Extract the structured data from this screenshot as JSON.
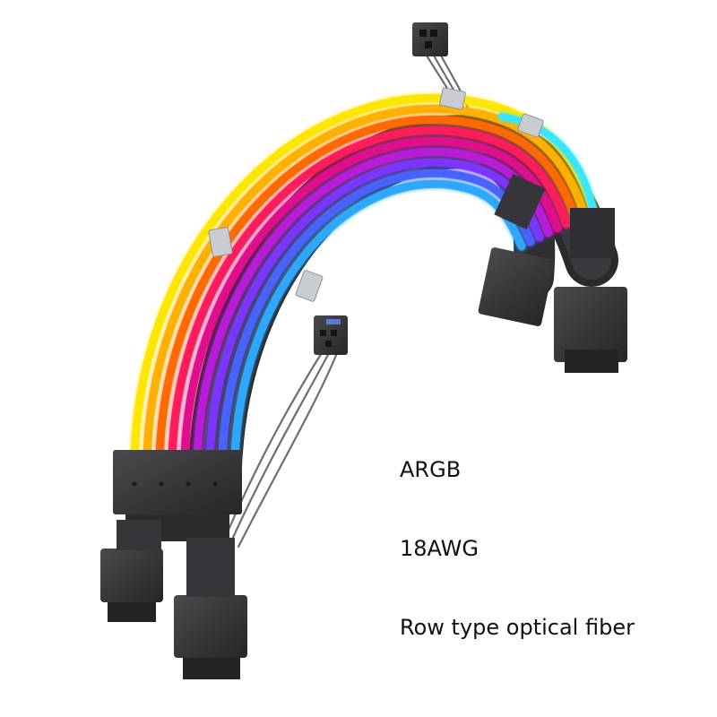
{
  "specs": [
    "ARGB",
    "18AWG",
    "Row type optical fiber"
  ],
  "product": {
    "illustration": "rgb-sleeved-pcie-extension-cable",
    "fiber_colors": [
      "#ffe600",
      "#ffb000",
      "#ff6a00",
      "#ff1f5a",
      "#e0118c",
      "#b81ad8",
      "#7a36ff",
      "#4a63ff",
      "#2fa8ff",
      "#39e6ff"
    ],
    "cable_color": "#3a3a3e",
    "connector_color": "#2e2e31"
  }
}
